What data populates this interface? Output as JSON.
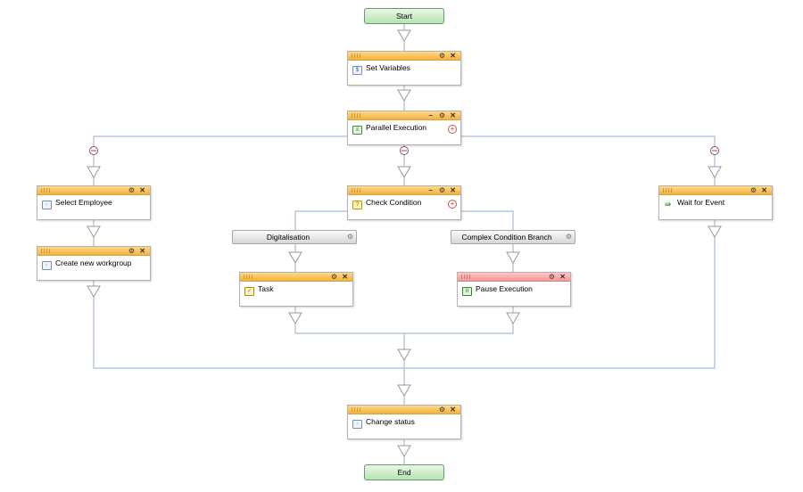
{
  "start_label": "Start",
  "end_label": "End",
  "nodes": {
    "set_variables": "Set Variables",
    "parallel_execution": "Parallel Execution",
    "select_employee": "Select Employee",
    "create_workgroup": "Create new workgroup",
    "check_condition": "Check Condition",
    "wait_for_event": "Wait for Event",
    "task": "Task",
    "pause_execution": "Pause Execution",
    "change_status": "Change status"
  },
  "branches": {
    "digitalisation": "Digitalisation",
    "complex": "Complex Condition Branch"
  },
  "icons": {
    "close": "✕",
    "gear": "⚙",
    "minimize": "–",
    "plus": "+",
    "collapse": "−"
  },
  "colors": {
    "header_orange": "#f2b33d",
    "header_error": "#f49a9a",
    "start_green": "#b7e3b3",
    "wire": "#a8bcd4"
  }
}
